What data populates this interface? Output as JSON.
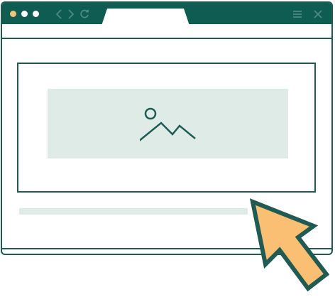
{
  "window": {
    "titlebar_color": "#0e5c52",
    "border_color": "#1f5a53",
    "traffic_lights": [
      {
        "name": "close",
        "color": "#f2c477"
      },
      {
        "name": "minimize",
        "color": "#ffffff"
      },
      {
        "name": "maximize",
        "color": "#ffffff"
      }
    ],
    "nav_icons": [
      "back-icon",
      "forward-icon",
      "reload-icon"
    ],
    "window_icons": [
      "menu-icon",
      "close-icon"
    ],
    "active_tab_label": ""
  },
  "content": {
    "image_placeholder_color": "#deebe7",
    "image_icon": "image-icon",
    "text_line_color": "#deebe7"
  },
  "cursor": {
    "icon": "cursor-arrow-icon",
    "fill_color": "#fbbf73",
    "stroke_color": "#1f5a53"
  }
}
